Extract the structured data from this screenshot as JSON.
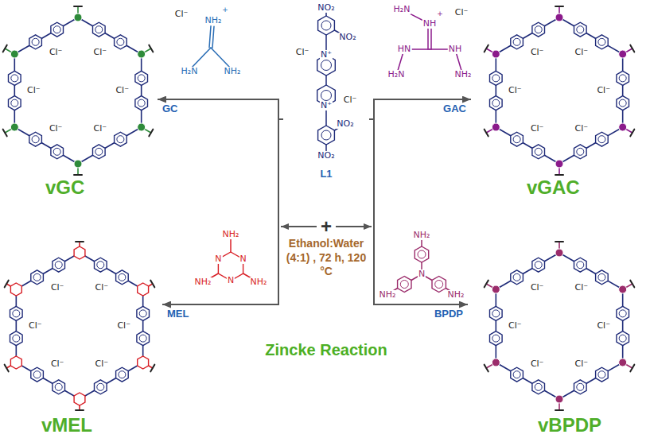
{
  "diagram": {
    "nodes": [
      {
        "text": [
          "vGC"
        ]
      },
      {
        "text": [
          "L1"
        ]
      },
      {
        "text": [
          "vGAC"
        ]
      },
      {
        "text": [
          "vMEL"
        ]
      },
      {
        "text": [
          "vBPDP"
        ]
      }
    ],
    "edges": [
      {
        "from": 1,
        "to": 0,
        "label": "GC",
        "arrow": "to"
      },
      {
        "from": 1,
        "to": 2,
        "label": "GAC",
        "arrow": "to"
      },
      {
        "from": 1,
        "to": 3,
        "label": "MEL",
        "arrow": "to"
      },
      {
        "from": 1,
        "to": 4,
        "label": "BPDP",
        "arrow": "to"
      }
    ],
    "labels": [
      "Cl⁻",
      "NH₂",
      "+",
      "H₂N",
      "NH₂",
      "H₂N",
      "NH",
      "+",
      "Cl⁻",
      "HN",
      "H₂N",
      "NH",
      "NH₂",
      "NO₂",
      "NO₂",
      "N⁺",
      "Cl⁻",
      "N⁺",
      "Cl⁻",
      "NO₂",
      "NO₂",
      "NH₂",
      "N",
      "N",
      "N",
      "NH₂",
      "NH₂",
      "NH₂",
      "N",
      "NH₂",
      "NH₂",
      "+",
      "Ethanol:Water (4:1) , 72 h, 120 °C",
      "Zincke Reaction",
      "Cl⁻",
      "Cl⁻",
      "Cl⁻",
      "Cl⁻",
      "Cl⁻",
      "Cl⁻",
      "Cl⁻",
      "Cl⁻",
      "Cl⁻",
      "Cl⁻",
      "Cl⁻",
      "Cl⁻",
      "Cl⁻",
      "Cl⁻",
      "Cl⁻",
      "Cl⁻",
      "Cl⁻",
      "Cl⁻",
      "Cl⁻",
      "Cl⁻",
      "Cl⁻",
      "Cl⁻",
      "Cl⁻",
      "Cl⁻"
    ]
  }
}
